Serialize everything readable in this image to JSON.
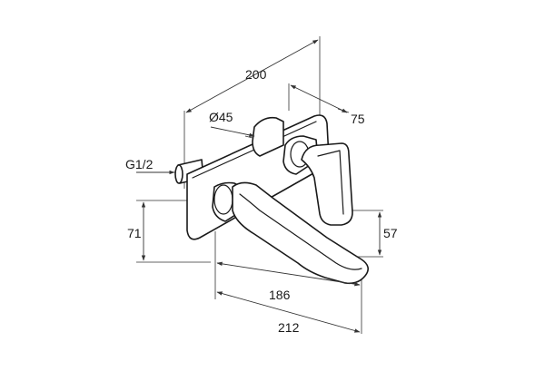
{
  "dimensions": {
    "overall_width": "200",
    "depth": "75",
    "rosette_diameter": "Ø45",
    "thread": "G1/2",
    "height_left": "71",
    "height_right": "57",
    "spout_reach": "186",
    "total_reach": "212"
  },
  "colors": {
    "line": "#1a1a1a",
    "background": "#ffffff"
  }
}
